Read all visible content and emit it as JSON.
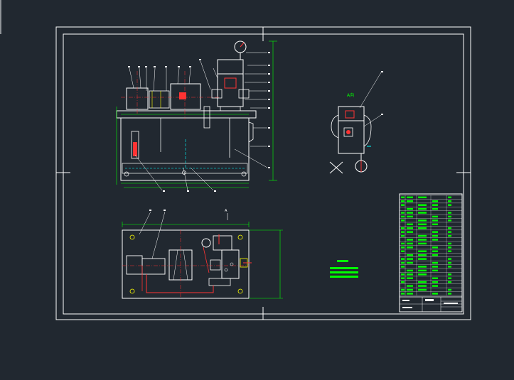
{
  "colors": {
    "background": "#212830",
    "outline": "#ffffff",
    "dimension": "#00ff00",
    "centerline": "#ff3333",
    "hidden": "#00ffff",
    "text_block": "#00ff00"
  },
  "labels": {
    "section_view": "A向",
    "plan_arrow": "A"
  },
  "title_block": {
    "rows": 26,
    "cols": 4
  }
}
